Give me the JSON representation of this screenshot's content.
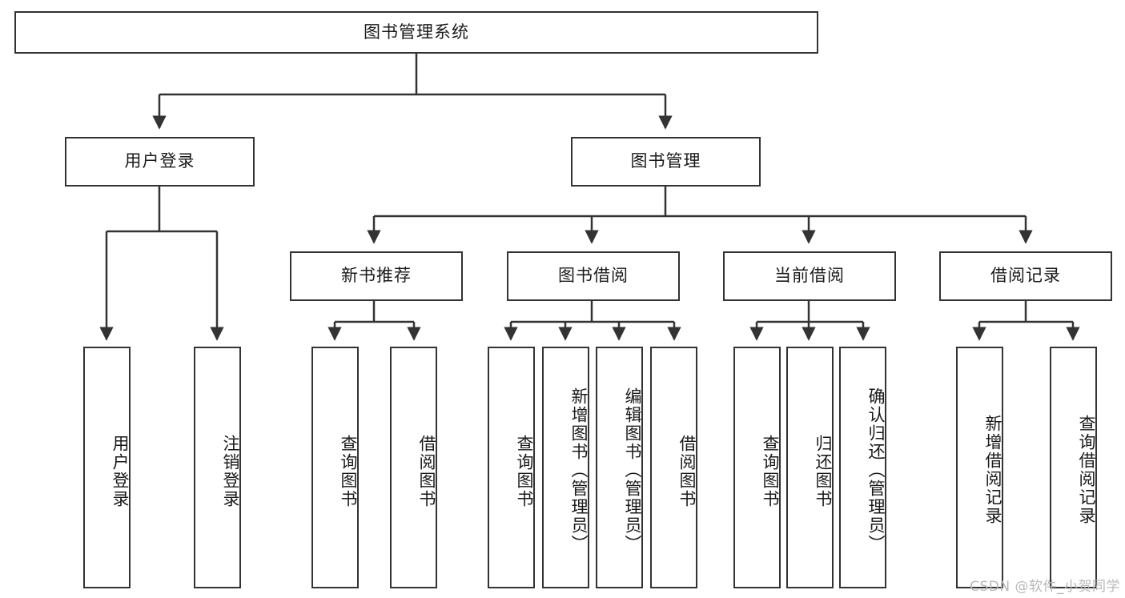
{
  "diagram": {
    "title": "图书管理系统",
    "watermark": "CSDN @软件_小贺同学",
    "line_color": "#333333",
    "box_fill": "#ffffff",
    "text_color": "#1a1a1a",
    "root": {
      "label": "图书管理系统"
    },
    "level2": [
      {
        "label": "用户登录"
      },
      {
        "label": "图书管理"
      }
    ],
    "level3": [
      {
        "label": "新书推荐"
      },
      {
        "label": "图书借阅"
      },
      {
        "label": "当前借阅"
      },
      {
        "label": "借阅记录"
      }
    ],
    "leaves": {
      "user_login": [
        {
          "label": "用户登录"
        },
        {
          "label": "注销登录"
        }
      ],
      "new_book_recommend": [
        {
          "label": "查询图书"
        },
        {
          "label": "借阅图书"
        }
      ],
      "book_borrow": [
        {
          "label": "查询图书"
        },
        {
          "label": "新增图书（管理员）"
        },
        {
          "label": "编辑图书（管理员）"
        },
        {
          "label": "借阅图书"
        }
      ],
      "current_borrow": [
        {
          "label": "查询图书"
        },
        {
          "label": "归还图书"
        },
        {
          "label": "确认归还（管理员）"
        }
      ],
      "borrow_record": [
        {
          "label": "新增借阅记录"
        },
        {
          "label": "查询借阅记录"
        }
      ]
    }
  }
}
